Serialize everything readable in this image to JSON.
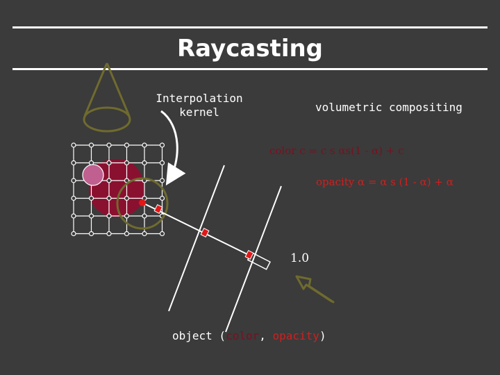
{
  "slide": {
    "title": "Raycasting",
    "labels": {
      "kernel": "Interpolation kernel",
      "compositing": "volumetric compositing",
      "color_equation": "color c = c s αs(1 - α) + c",
      "opacity_equation": "opacity α = α s (1 - α) + α",
      "sample_value": "1.0",
      "object_prefix": "object (",
      "object_color": "color",
      "object_sep": ", ",
      "object_opacity": "opacity",
      "object_suffix": ")"
    },
    "colors": {
      "background": "#3b3b3b",
      "text": "#ffffff",
      "object_fill": "#8a1030",
      "highlight_red": "#d01f1f",
      "olive": "#6f6b2e",
      "kernel_circle": "#6f6b2e"
    },
    "icons": [
      "view-cone-icon",
      "curved-arrow-icon",
      "direction-arrow-icon"
    ]
  }
}
